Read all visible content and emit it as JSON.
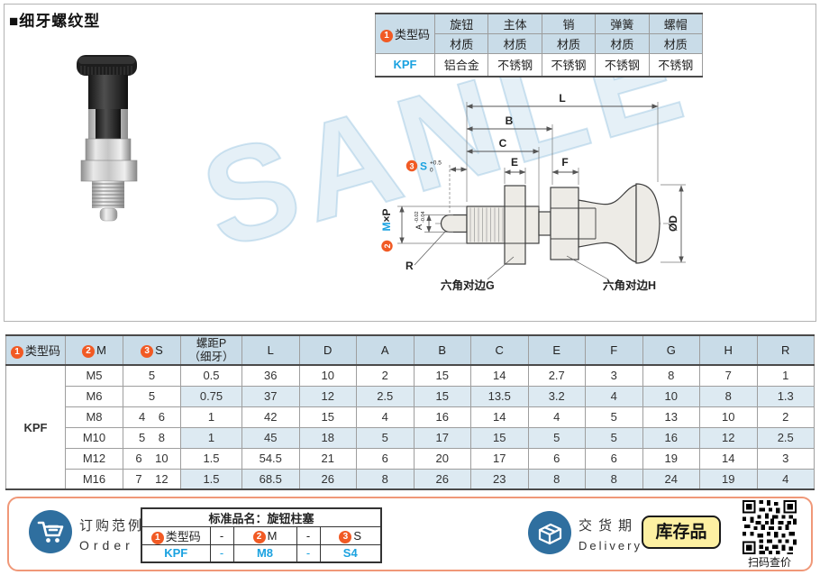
{
  "page": {
    "title": "■细牙螺纹型"
  },
  "watermark": {
    "text": "SANLE"
  },
  "materials_table": {
    "code": {
      "num": "1",
      "label": "类型码"
    },
    "columns": [
      "旋钮",
      "主体",
      "销",
      "弹簧",
      "螺帽"
    ],
    "material_label": "材质",
    "row": {
      "code": "KPF",
      "values": [
        "铝合金",
        "不锈钢",
        "不锈钢",
        "不锈钢",
        "不锈钢"
      ]
    }
  },
  "drawing": {
    "dim_l": "L",
    "dim_b": "B",
    "dim_c": "C",
    "dim_e": "E",
    "dim_f": "F",
    "s_num": "3",
    "s_label": "S",
    "s_tol_upper": "+0.5",
    "s_tol_lower": "0",
    "m_num": "2",
    "m_label": "M",
    "m_suffix": "×P",
    "a_label": "A",
    "a_tol_upper": "-0.02",
    "a_tol_lower": "-0.04",
    "dia_label": "ØD",
    "r_label": "R",
    "hex_g": "六角对边G",
    "hex_h": "六角对边H"
  },
  "main_table": {
    "headers": {
      "code": {
        "num": "1",
        "label": "类型码"
      },
      "m": {
        "num": "2",
        "label": "M"
      },
      "s": {
        "num": "3",
        "label": "S"
      },
      "pitch_line1": "螺距P",
      "pitch_line2": "（细牙）",
      "dims": [
        "L",
        "D",
        "A",
        "B",
        "C",
        "E",
        "F",
        "G",
        "H",
        "R"
      ]
    },
    "code_value": "KPF",
    "rows": [
      {
        "m": "M5",
        "s": "5",
        "p": "0.5",
        "l": "36",
        "d": "10",
        "a": "2",
        "b": "15",
        "c": "14",
        "e": "2.7",
        "f": "3",
        "g": "8",
        "h": "7",
        "r": "1"
      },
      {
        "m": "M6",
        "s": "5",
        "p": "0.75",
        "l": "37",
        "d": "12",
        "a": "2.5",
        "b": "15",
        "c": "13.5",
        "e": "3.2",
        "f": "4",
        "g": "10",
        "h": "8",
        "r": "1.3"
      },
      {
        "m": "M8",
        "s": "4    6",
        "p": "1",
        "l": "42",
        "d": "15",
        "a": "4",
        "b": "16",
        "c": "14",
        "e": "4",
        "f": "5",
        "g": "13",
        "h": "10",
        "r": "2"
      },
      {
        "m": "M10",
        "s": "5    8",
        "p": "1",
        "l": "45",
        "d": "18",
        "a": "5",
        "b": "17",
        "c": "15",
        "e": "5",
        "f": "5",
        "g": "16",
        "h": "12",
        "r": "2.5"
      },
      {
        "m": "M12",
        "s": "6    10",
        "p": "1.5",
        "l": "54.5",
        "d": "21",
        "a": "6",
        "b": "20",
        "c": "17",
        "e": "6",
        "f": "6",
        "g": "19",
        "h": "14",
        "r": "3"
      },
      {
        "m": "M16",
        "s": "7    12",
        "p": "1.5",
        "l": "68.5",
        "d": "26",
        "a": "8",
        "b": "26",
        "c": "23",
        "e": "8",
        "f": "8",
        "g": "24",
        "h": "19",
        "r": "4"
      }
    ]
  },
  "order_section": {
    "order_cn": "订购范例",
    "order_en": "Order",
    "table": {
      "title": "标准品名：旋钮柱塞",
      "h_code": {
        "num": "1",
        "label": "类型码"
      },
      "h_m": {
        "num": "2",
        "label": "M"
      },
      "h_s": {
        "num": "3",
        "label": "S"
      },
      "dash": "-",
      "v_code": "KPF",
      "v_m": "M8",
      "v_s": "S4"
    },
    "delivery_cn": "交货期",
    "delivery_en": "Delivery",
    "stock_badge": "库存品",
    "qr_caption": "扫码查价"
  },
  "colors": {
    "accent_blue": "#1ba2e0",
    "header_blue": "#c9dce8",
    "row_alt_blue": "#ddeaf2",
    "number_badge_orange": "#f15a24",
    "strip_border_orange": "#f09878",
    "stock_badge_yellow": "#fdf0a2",
    "icon_circle_blue": "#2f6f9f"
  }
}
